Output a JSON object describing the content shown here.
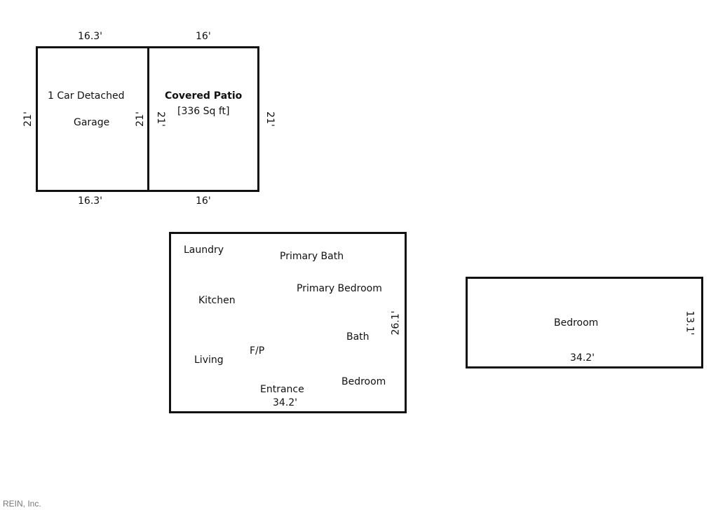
{
  "garage": {
    "label_line1": "1 Car Detached",
    "label_line2": "Garage",
    "dim_top": "16.3'",
    "dim_bottom": "16.3'",
    "dim_left": "21'",
    "dim_right": "21'"
  },
  "patio": {
    "title": "Covered Patio",
    "area": "[336 Sq ft]",
    "dim_top": "16'",
    "dim_bottom": "16'",
    "dim_left": "21'",
    "dim_right": "21'"
  },
  "main_floor": {
    "rooms": {
      "laundry": "Laundry",
      "primary_bath": "Primary Bath",
      "primary_bedroom": "Primary Bedroom",
      "kitchen": "Kitchen",
      "bath": "Bath",
      "fireplace": "F/P",
      "living": "Living",
      "entrance": "Entrance",
      "bedroom": "Bedroom"
    },
    "dim_bottom": "34.2'",
    "dim_right": "26.1'"
  },
  "second_floor": {
    "room": "Bedroom",
    "dim_bottom": "34.2'",
    "dim_right": "13.1'"
  },
  "footer": {
    "brand": "REIN, Inc."
  }
}
